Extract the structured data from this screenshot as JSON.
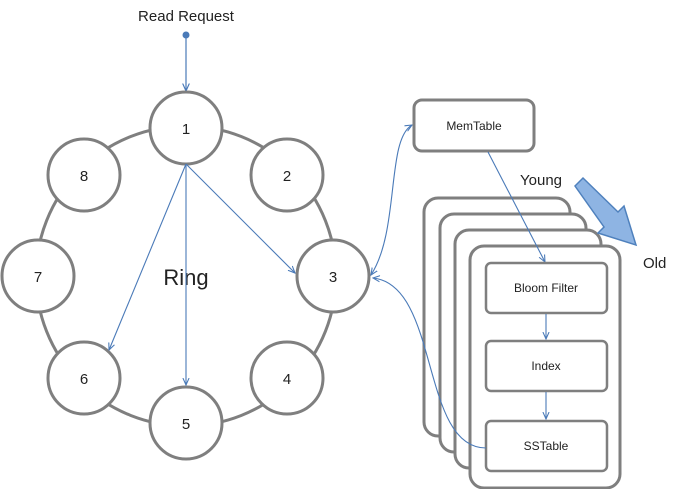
{
  "request_label": "Read Request",
  "ring_label": "Ring",
  "nodes": [
    "1",
    "2",
    "3",
    "4",
    "5",
    "6",
    "7",
    "8"
  ],
  "memtable_label": "MemTable",
  "sstable_stack": {
    "bloom_filter_label": "Bloom Filter",
    "index_label": "Index",
    "sstable_label": "SSTable"
  },
  "age_axis": {
    "young_label": "Young",
    "old_label": "Old"
  },
  "colors": {
    "stroke": "#7f7f7f",
    "arrow": "#4a7ab8",
    "age_arrow_fill": "#8eb4e3",
    "age_arrow_stroke": "#4f81bd"
  }
}
